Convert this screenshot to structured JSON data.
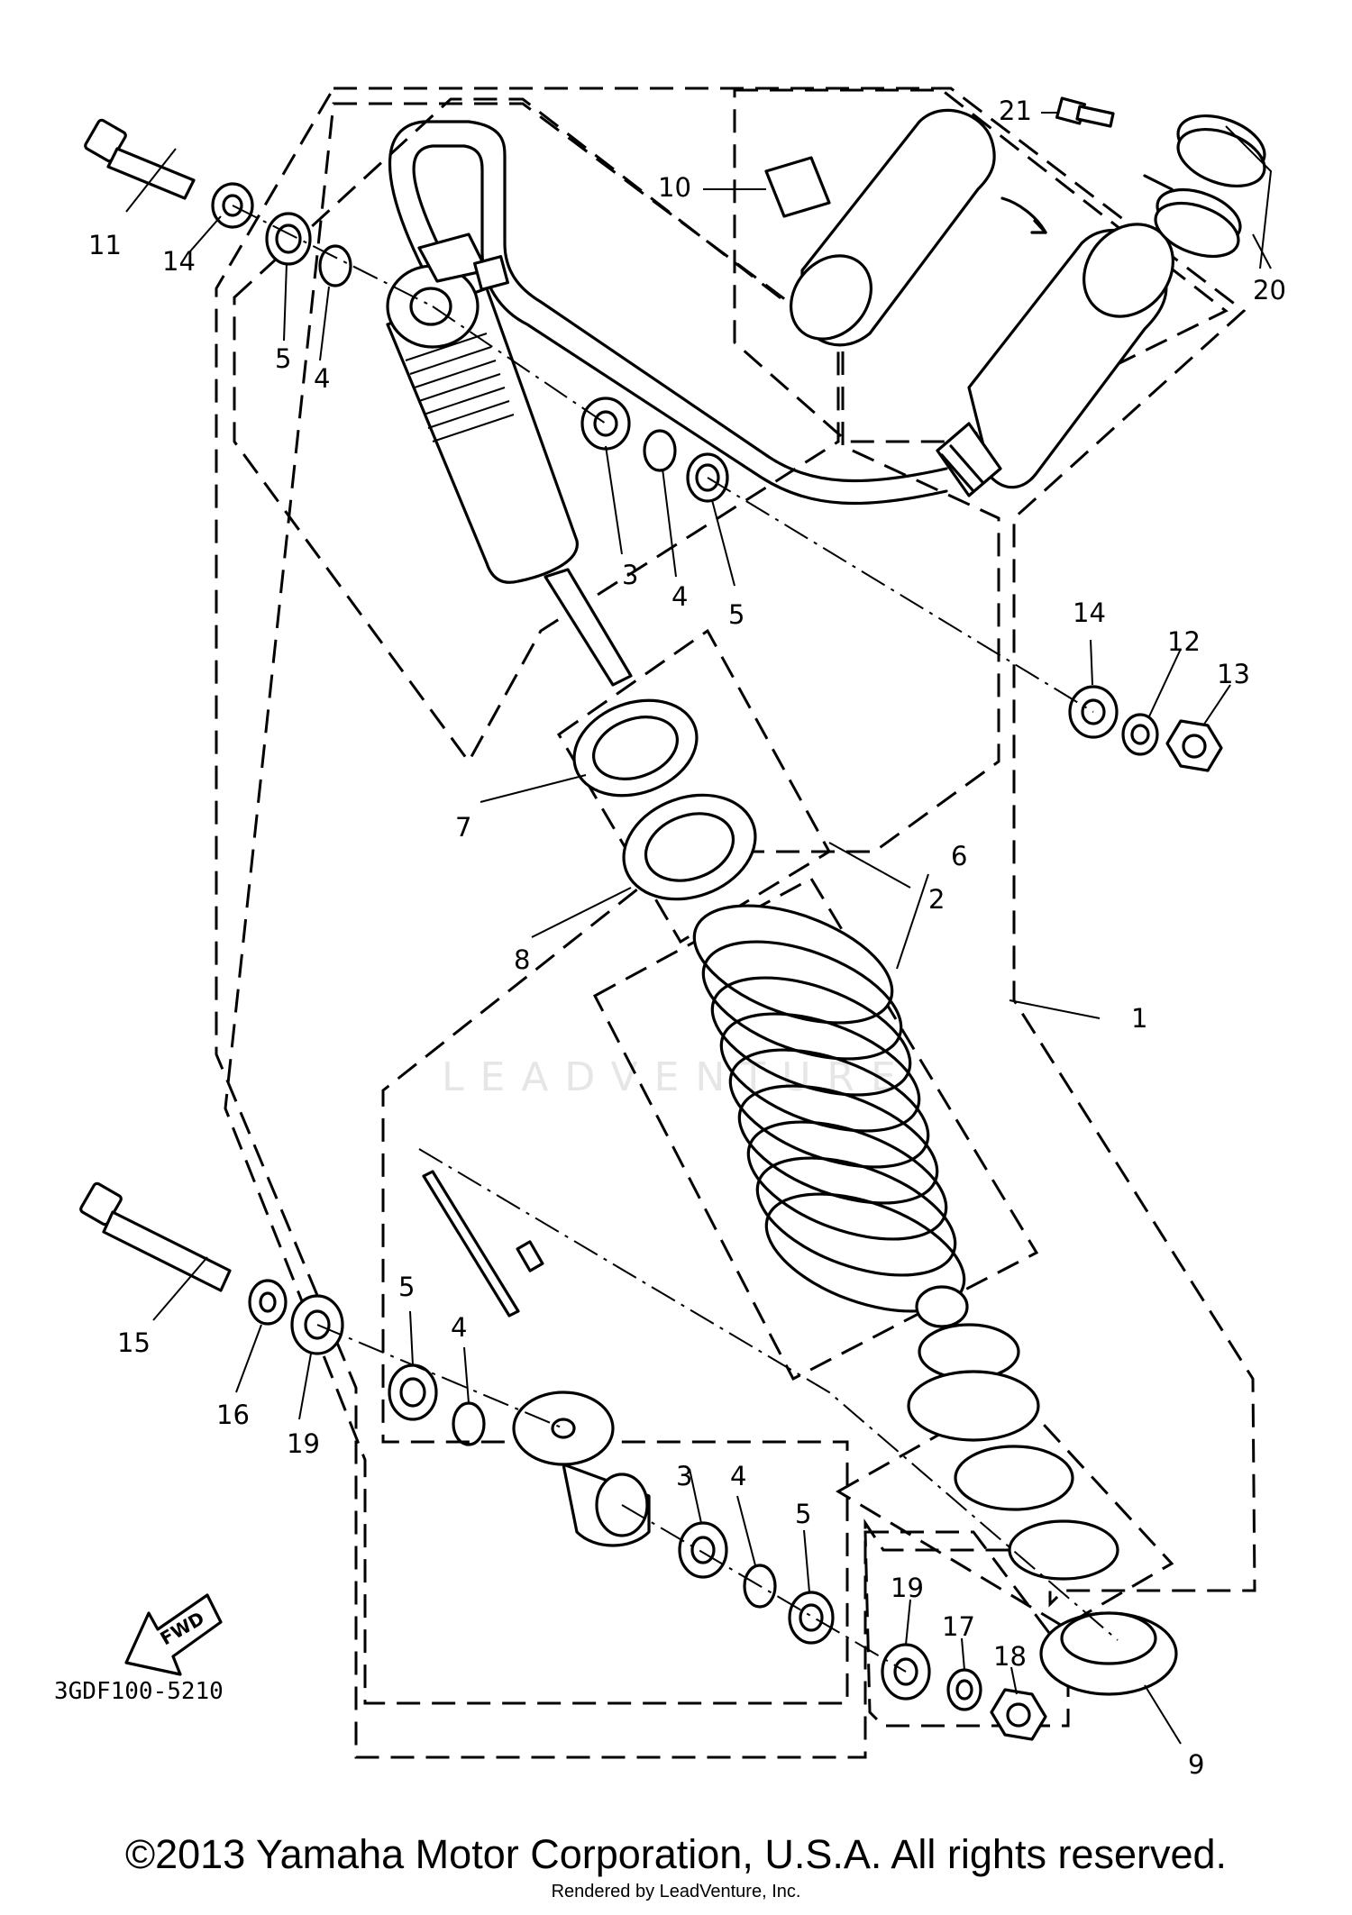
{
  "diagram": {
    "code": "3GDF100-5210",
    "fwd_label": "FWD",
    "watermark": "LEADVENTURE",
    "callouts": {
      "c1": "1",
      "c2": "2",
      "c3a": "3",
      "c3b": "3",
      "c4a": "4",
      "c4b": "4",
      "c4c": "4",
      "c4d": "4",
      "c5a": "5",
      "c5b": "5",
      "c5c": "5",
      "c5d": "5",
      "c6": "6",
      "c7": "7",
      "c8": "8",
      "c9": "9",
      "c10": "10",
      "c11": "11",
      "c12": "12",
      "c13": "13",
      "c14a": "14",
      "c14b": "14",
      "c15": "15",
      "c16": "16",
      "c17": "17",
      "c18": "18",
      "c19a": "19",
      "c19b": "19",
      "c20": "20",
      "c21": "21"
    }
  },
  "footer": {
    "copyright": "©2013 Yamaha Motor Corporation, U.S.A. All rights reserved.",
    "rendered_by": "Rendered by LeadVenture, Inc."
  }
}
